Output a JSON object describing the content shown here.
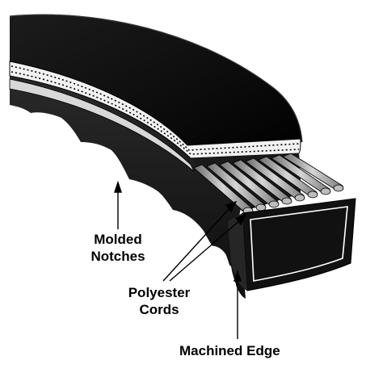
{
  "labels": {
    "molded_notches": {
      "line1": "Molded",
      "line2": "Notches"
    },
    "polyester_cords": {
      "line1": "Polyester",
      "line2": "Cords"
    },
    "machined_edge": {
      "text": "Machined Edge"
    }
  },
  "colors": {
    "belt_body": "#141414",
    "belt_top": "#0a0a0a",
    "cord": "#9a9a9a",
    "cord_band": "#d8d8d8",
    "background": "#ffffff"
  }
}
